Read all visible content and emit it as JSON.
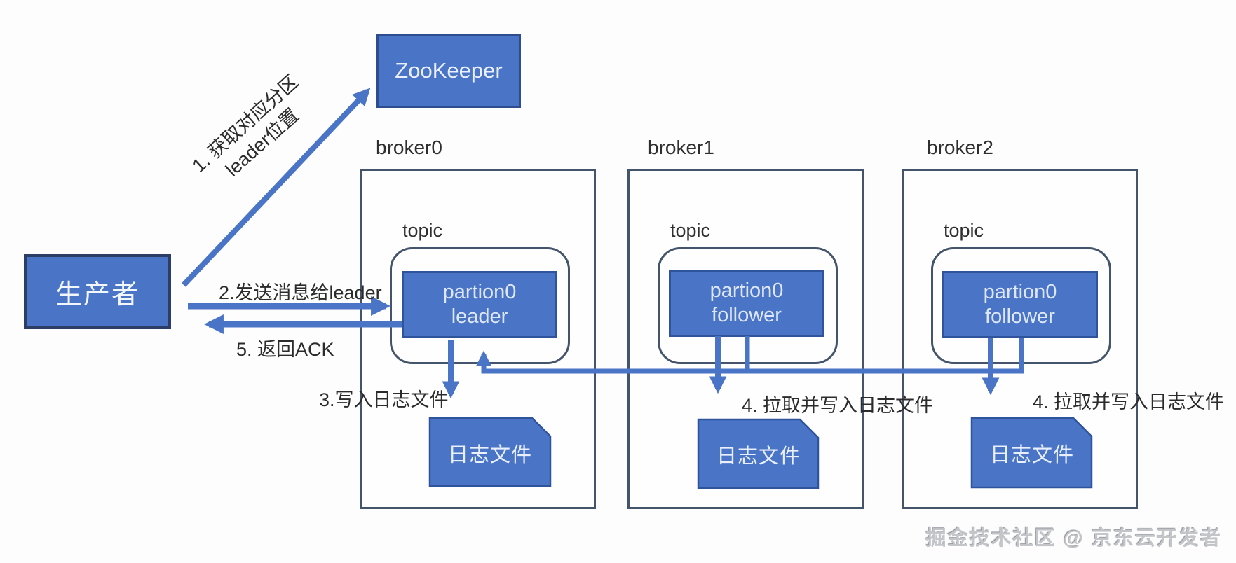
{
  "producer": {
    "label": "生产者"
  },
  "zookeeper": {
    "label": "ZooKeeper"
  },
  "brokers": [
    {
      "name": "broker0",
      "topic": "topic",
      "partition_line1": "partion0",
      "partition_line2": "leader",
      "log": "日志文件"
    },
    {
      "name": "broker1",
      "topic": "topic",
      "partition_line1": "partion0",
      "partition_line2": "follower",
      "log": "日志文件"
    },
    {
      "name": "broker2",
      "topic": "topic",
      "partition_line1": "partion0",
      "partition_line2": "follower",
      "log": "日志文件"
    }
  ],
  "steps": {
    "step1_line1": "1. 获取对应分区",
    "step1_line2": "leader位置",
    "step2": "2.发送消息给leader",
    "step3": "3.写入日志文件",
    "step4_broker1": "4. 拉取并写入日志文件",
    "step4_broker2": "4. 拉取并写入日志文件",
    "step5": "5. 返回ACK"
  },
  "watermark": "掘金技术社区 @ 京东云开发者",
  "colors": {
    "node_fill": "#4a74c6",
    "node_border": "#2e4d8f",
    "frame_border": "#44546A",
    "arrow": "#4a74c6",
    "text_dark": "#2b2b2b"
  }
}
